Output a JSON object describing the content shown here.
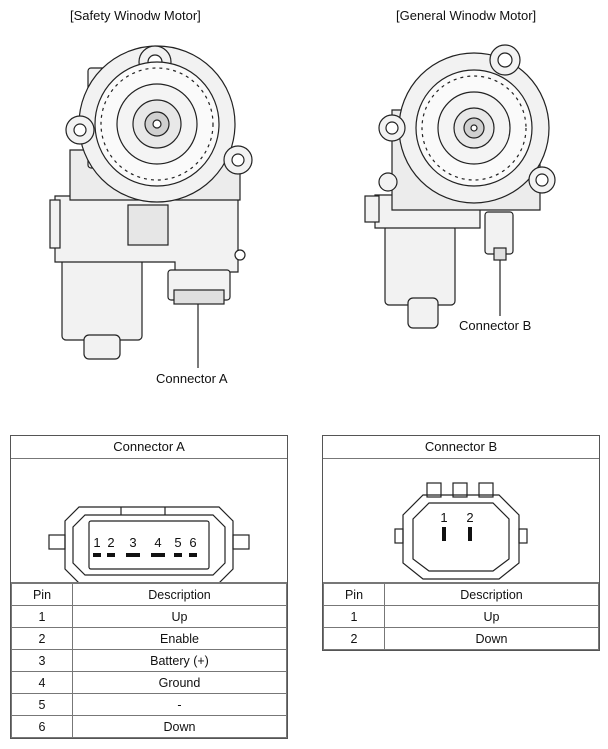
{
  "motors": {
    "safety_title": "[Safety Winodw Motor]",
    "general_title": "[General Winodw Motor]",
    "connector_a_label": "Connector A",
    "connector_b_label": "Connector B"
  },
  "connector_a": {
    "title": "Connector A",
    "pin_numbers": [
      "1",
      "2",
      "3",
      "4",
      "5",
      "6"
    ],
    "columns": [
      "Pin",
      "Description"
    ],
    "rows": [
      {
        "pin": "1",
        "desc": "Up"
      },
      {
        "pin": "2",
        "desc": "Enable"
      },
      {
        "pin": "3",
        "desc": "Battery (+)"
      },
      {
        "pin": "4",
        "desc": "Ground"
      },
      {
        "pin": "5",
        "desc": "-"
      },
      {
        "pin": "6",
        "desc": "Down"
      }
    ]
  },
  "connector_b": {
    "title": "Connector B",
    "pin_numbers": [
      "1",
      "2"
    ],
    "columns": [
      "Pin",
      "Description"
    ],
    "rows": [
      {
        "pin": "1",
        "desc": "Up"
      },
      {
        "pin": "2",
        "desc": "Down"
      }
    ]
  }
}
